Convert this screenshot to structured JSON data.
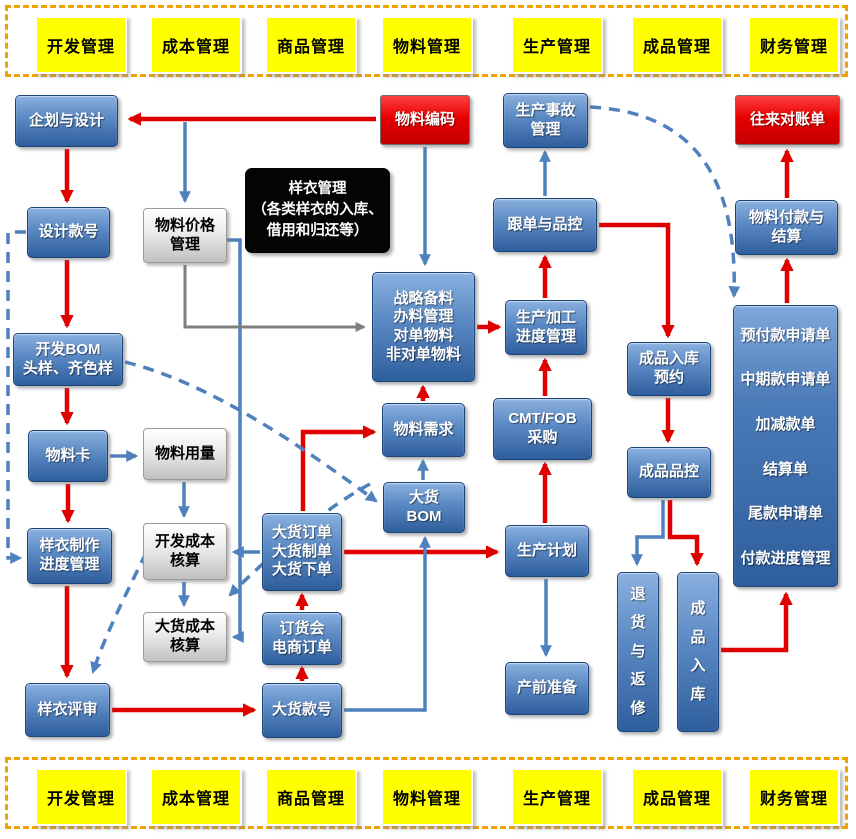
{
  "bands": {
    "top": [
      "开发管理",
      "成本管理",
      "商品管理",
      "物料管理",
      "生产管理",
      "成品管理",
      "财务管理"
    ],
    "bottom": [
      "开发管理",
      "成本管理",
      "商品管理",
      "物料管理",
      "生产管理",
      "成品管理",
      "财务管理"
    ]
  },
  "nodes": {
    "planning_design": "企划与设计",
    "design_style_no": "设计款号",
    "material_price_mgmt": "物料价格\n管理",
    "sample_mgmt_note": "样衣管理\n（各类样衣的入库、\n借用和归还等）",
    "material_code": "物料编码",
    "production_accident_mgmt": "生产事故\n管理",
    "reconciliation_doc": "往来对账单",
    "order_follow_qc": "跟单与品控",
    "material_payment_settlement": "物料付款与\n结算",
    "dev_bom": "开发BOM\n头样、齐色样",
    "strategic_material": "战略备料\n办料管理\n对单物料\n非对单物料",
    "production_progress_mgmt": "生产加工\n进度管理",
    "finished_inbound_booking": "成品入库\n预约",
    "material_card": "物料卡",
    "material_usage": "物料用量",
    "material_demand": "物料需求",
    "cmt_fob_purchase": "CMT/FOB\n采购",
    "finished_qc": "成品品控",
    "bulk_bom": "大货\nBOM",
    "sample_making_progress": "样衣制作\n进度管理",
    "dev_cost_accounting": "开发成本\n核算",
    "bulk_orders": "大货订单\n大货制单\n大货下单",
    "production_plan": "生产计划",
    "bulk_cost_accounting": "大货成本\n核算",
    "trade_fair_ec_orders": "订货会\n电商订单",
    "sample_review": "样衣评审",
    "bulk_style_no": "大货款号",
    "pre_production_prep": "产前准备",
    "returns_repair": "退\n货\n与\n返\n修",
    "finished_inbound": "成\n品\n入\n库"
  },
  "panel": {
    "items": [
      "预付款申请单",
      "中期款申请单",
      "加减款单",
      "结算单",
      "尾款申请单",
      "付款进度管理"
    ]
  },
  "colors": {
    "band_border": "#F2A200",
    "band_box": "#FFFF00",
    "blue_node": "#3C6CA8",
    "red_node": "#E00000",
    "black_node": "#040404",
    "white_node": "#E8E8E8",
    "red_arrow": "#DF0000",
    "blue_arrow": "#4F81BD",
    "gray_arrow": "#7F7F7F"
  }
}
